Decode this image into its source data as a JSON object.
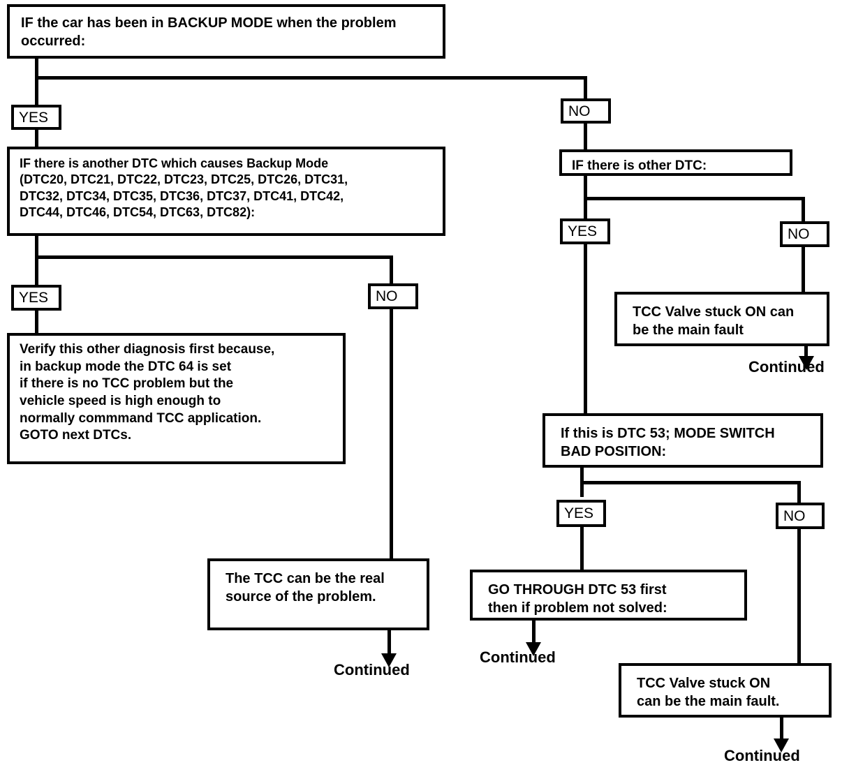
{
  "diagram": {
    "title": "TCC Backup Mode Diagnostic Flowchart",
    "ink_color": "#000000",
    "paper_color": "#ffffff",
    "labels": {
      "yes": "YES",
      "no": "NO",
      "continued": "Continued"
    },
    "nodes": {
      "root_question": "IF the car has been in BACKUP MODE when the problem\noccurred:",
      "left_dtc_question": "IF there is another DTC which causes Backup Mode\n(DTC20, DTC21, DTC22, DTC23, DTC25, DTC26, DTC31,\nDTC32, DTC34, DTC35, DTC36, DTC37, DTC41, DTC42,\nDTC44, DTC46, DTC54, DTC63, DTC82):",
      "verify_other_diagnosis": "Verify this other diagnosis first  because,\nin backup mode the DTC 64 is set\nif there is no TCC problem but the\nvehicle speed is high enough to\nnormally commmand TCC application.\nGOTO next DTCs.",
      "tcc_real_source": "The TCC can be the real\nsource of the problem.",
      "other_dtc_question": "IF there is other DTC:",
      "tcc_valve_stuck_on_1": "TCC Valve stuck ON can\nbe the main fault",
      "dtc53_question": "If this is DTC 53; MODE SWITCH\nBAD POSITION:",
      "go_through_dtc53": "GO THROUGH DTC 53 first\nthen if problem not solved:",
      "tcc_valve_stuck_on_2": "TCC Valve stuck ON\ncan be the main fault."
    },
    "branch_chips": {
      "root_yes": "YES",
      "root_no": "NO",
      "left_yes": "YES",
      "left_no": "NO",
      "right_yes": "YES",
      "right_no": "NO",
      "dtc53_yes": "YES",
      "dtc53_no": "NO"
    },
    "terminals": {
      "continued_left": "Continued",
      "continued_right_top": "Continued",
      "continued_right_mid": "Continued",
      "continued_right_bottom": "Continued"
    }
  }
}
